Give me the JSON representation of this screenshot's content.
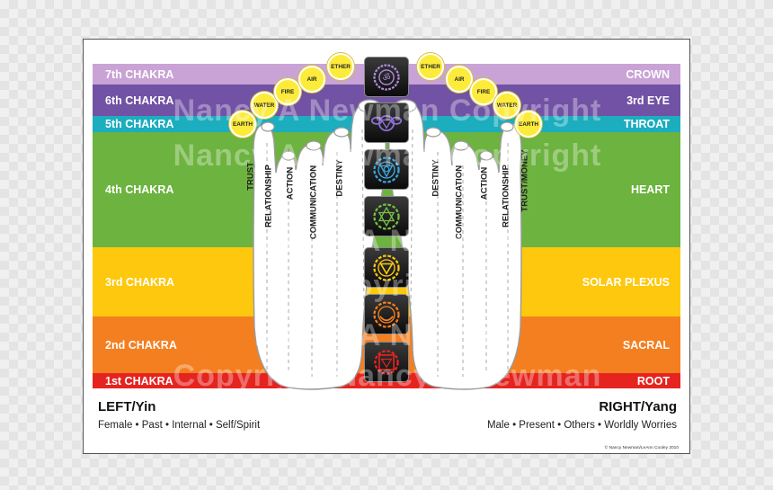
{
  "bands": [
    {
      "left": "7th CHAKRA",
      "right": "CROWN",
      "color": "#c9a3d6"
    },
    {
      "left": "6th CHAKRA",
      "right": "3rd EYE",
      "color": "#7252a4"
    },
    {
      "left": "5th CHAKRA",
      "right": "THROAT",
      "color": "#1cadbe"
    },
    {
      "left": "4th CHAKRA",
      "right": "HEART",
      "color": "#6db33f"
    },
    {
      "left": "3rd CHAKRA",
      "right": "SOLAR PLEXUS",
      "color": "#fdc80d"
    },
    {
      "left": "2nd CHAKRA",
      "right": "SACRAL",
      "color": "#f47f20"
    },
    {
      "left": "1st CHAKRA",
      "right": "ROOT",
      "color": "#e52420"
    }
  ],
  "left_toes": [
    "TRUST",
    "RELATIONSHIP",
    "ACTION",
    "COMMUNICATION",
    "DESTINY"
  ],
  "right_toes": [
    "DESTINY",
    "COMMUNICATION",
    "ACTION",
    "RELATIONSHIP",
    "TRUST/MONEY"
  ],
  "elements_left": [
    "EARTH",
    "WATER",
    "FIRE",
    "AIR",
    "ETHER"
  ],
  "elements_right": [
    "ETHER",
    "AIR",
    "FIRE",
    "WATER",
    "EARTH"
  ],
  "symbols": [
    {
      "icon": "crown-chakra-symbol",
      "color": "#b48be0"
    },
    {
      "icon": "third-eye-chakra-symbol",
      "color": "#8d6fd6"
    },
    {
      "icon": "throat-chakra-symbol",
      "color": "#3aa7e0"
    },
    {
      "icon": "heart-chakra-symbol",
      "color": "#76c043"
    },
    {
      "icon": "solar-plexus-chakra-symbol",
      "color": "#fdc80d"
    },
    {
      "icon": "sacral-chakra-symbol",
      "color": "#f47f20"
    },
    {
      "icon": "root-chakra-symbol",
      "color": "#e52420"
    }
  ],
  "left_side": {
    "title": "LEFT/Yin",
    "subtitle": "Female • Past • Internal • Self/Spirit"
  },
  "right_side": {
    "title": "RIGHT/Yang",
    "subtitle": "Male • Present • Others • Worldly Worries"
  },
  "watermark": [
    "Nancy A Newman Copyright",
    "Nancy A Newman Copyright",
    "Nancy A Newman",
    "Copyright",
    "Nancy A Newman",
    "Copyright Nancy A Newman"
  ],
  "credit": "© Nancy Newman/LeAnn Cooley 2010"
}
